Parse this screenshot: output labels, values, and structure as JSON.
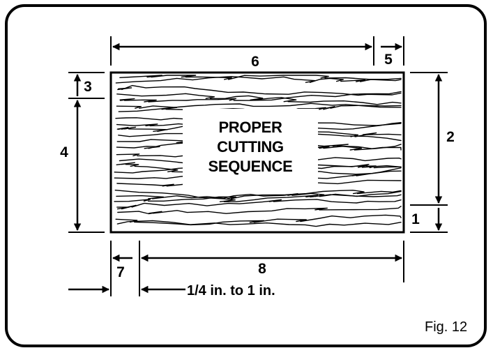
{
  "diagram": {
    "center_lines": [
      "PROPER",
      "CUTTING",
      "SEQUENCE"
    ],
    "dimensions": {
      "d1": "1",
      "d2": "2",
      "d3": "3",
      "d4": "4",
      "d5": "5",
      "d6": "6",
      "d7": "7",
      "d8": "8"
    },
    "offset_note": "1/4 in. to 1 in.",
    "caption": "Fig. 12",
    "colors": {
      "ink": "#000000",
      "background": "#ffffff"
    }
  }
}
